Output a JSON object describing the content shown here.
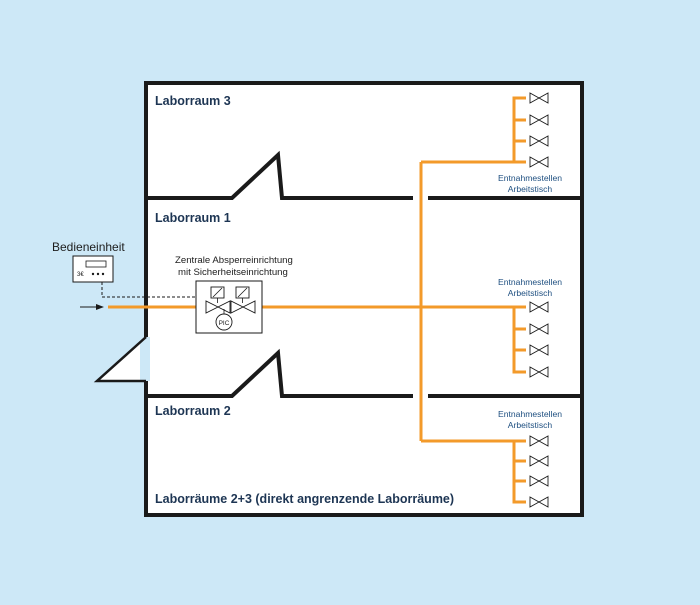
{
  "colors": {
    "background": "#cde8f7",
    "floor": "#ffffff",
    "wall": "#1a1a1a",
    "pipe": "#f39a2a",
    "label": "#1d3553",
    "outlet_label": "#1e4f80"
  },
  "rooms": {
    "room3": "Laborraum 3",
    "room1": "Laborraum 1",
    "room2": "Laborraum 2",
    "rooms23": "Laborräume 2+3 (direkt angrenzende Laborräume)"
  },
  "control_unit": {
    "label": "Bedieneinheit",
    "display_icon": "control-panel-icon"
  },
  "shutoff": {
    "line1": "Zentrale Absperreinrichtung",
    "line2": "mit Sicherheitseinrichtung",
    "sensor": "PIC"
  },
  "outlet_groups": [
    {
      "line1": "Entnahmestellen",
      "line2": "Arbeitstisch",
      "valve_count": 4
    },
    {
      "line1": "Entnahmestellen",
      "line2": "Arbeitstisch",
      "valve_count": 4
    },
    {
      "line1": "Entnahmestellen",
      "line2": "Arbeitstisch",
      "valve_count": 4
    }
  ]
}
